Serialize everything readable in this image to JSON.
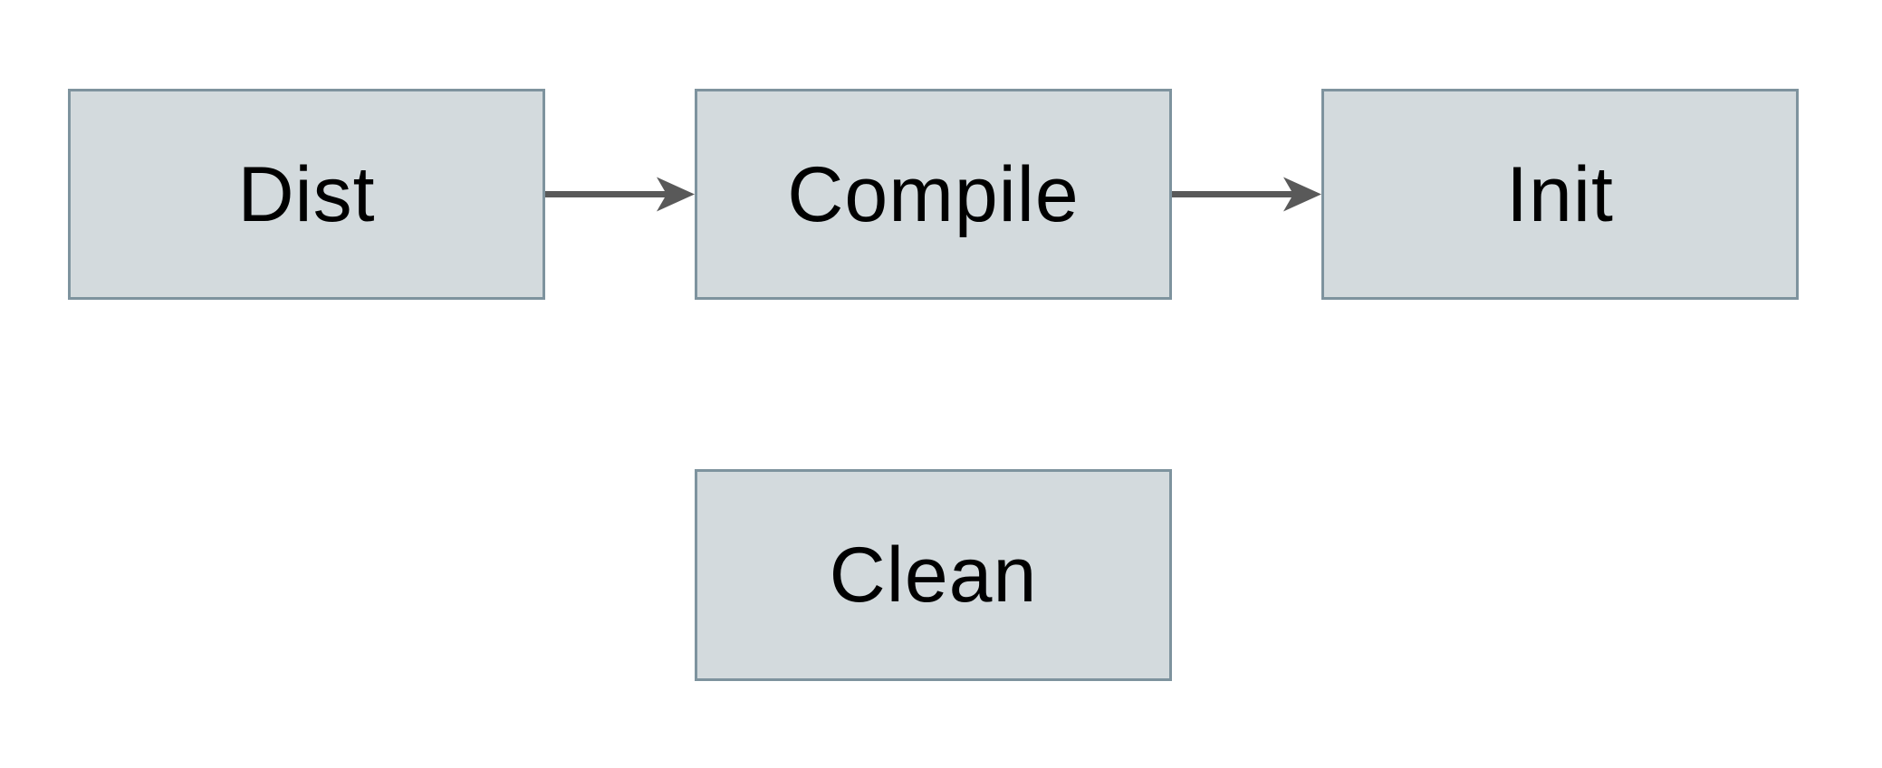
{
  "diagram": {
    "nodes": [
      {
        "id": "dist",
        "label": "Dist"
      },
      {
        "id": "compile",
        "label": "Compile"
      },
      {
        "id": "init",
        "label": "Init"
      },
      {
        "id": "clean",
        "label": "Clean"
      }
    ],
    "edges": [
      {
        "from": "dist",
        "to": "compile",
        "direction": "right"
      },
      {
        "from": "compile",
        "to": "init",
        "direction": "right"
      }
    ],
    "colors": {
      "node_fill": "#d3dadd",
      "node_border": "#7e939e",
      "arrow": "#595959",
      "text": "#000000",
      "background": "#ffffff"
    }
  }
}
